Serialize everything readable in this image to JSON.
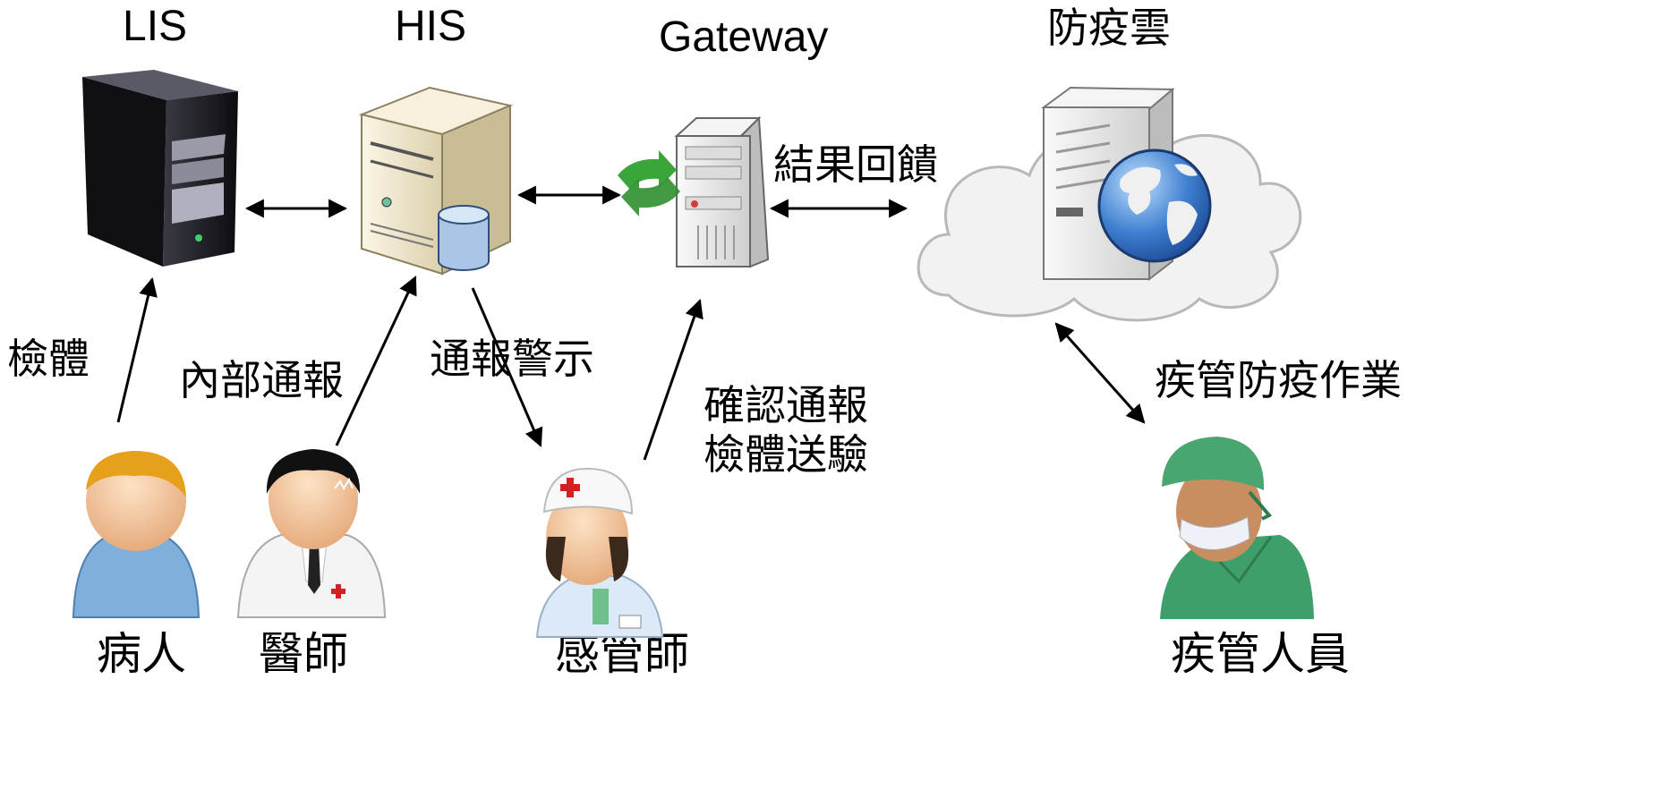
{
  "nodes": {
    "lis": "LIS",
    "his": "HIS",
    "gateway": "Gateway",
    "cloud": "防疫雲"
  },
  "actors": {
    "patient": "病人",
    "doctor": "醫師",
    "infection_control": "感管師",
    "cdc_staff": "疾管人員"
  },
  "edges": {
    "specimen": "檢體",
    "internal_report": "內部通報",
    "report_alert": "通報警示",
    "confirm_report_line1": "確認通報",
    "confirm_report_line2": "檢體送驗",
    "result_feedback": "結果回饋",
    "cdc_operations": "疾管防疫作業"
  },
  "colors": {
    "arrow": "#000000",
    "server_dark": "#141418",
    "server_beige": "#efe6cc",
    "server_gray": "#e8e8e8",
    "cloud": "#f2f2f2",
    "globe": "#3f7fd0",
    "sync_green": "#3aa63a",
    "scrubs": "#3f9f6a",
    "skin": "#f3c79c"
  }
}
